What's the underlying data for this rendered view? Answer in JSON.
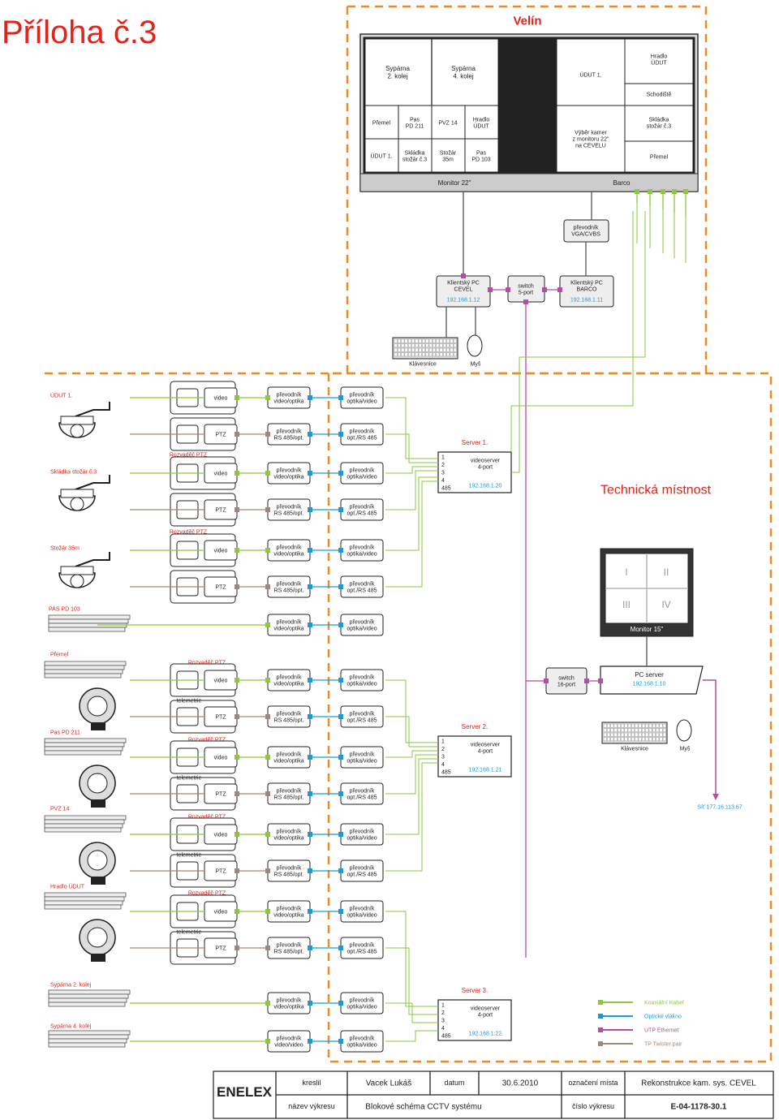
{
  "doc": {
    "title": "Příloha č.3",
    "velin_label": "Velín",
    "technicka_label": "Technická místnost"
  },
  "monitor22": {
    "label": "Monitor 22\"",
    "cells": [
      [
        "Sypárna\n2. kolej",
        "Sypárna\n4. kolej"
      ],
      [
        "Přemel",
        "Pas\nPD 211",
        "PVZ 14",
        "Hradlo\nÚDUT"
      ],
      [
        "ÚDUT 1.",
        "Skládka\nstožár č.3",
        "Stožár\n35m",
        "Pas\nPD 103"
      ]
    ]
  },
  "barco": {
    "label": "Barco",
    "cells": [
      "ÚDUT 1.",
      "Hradlo\nÚDUT",
      "Schodiště",
      "Výběr kamer\nz monitoru 22\"\nna CEVELU",
      "Skládka\nstožár č.3",
      "Přemel"
    ]
  },
  "velin_devices": {
    "vga": "převodník\nVGA/CVBS",
    "pc_cevel": "Klientský PC\nCEVEL",
    "pc_cevel_ip": "192.168.1.12",
    "switch5": "switch\n5-port",
    "pc_barco": "Klientský PC\nBARCO",
    "pc_barco_ip": "192.168.1.11",
    "keyboard": "Klávesnice",
    "mouse": "Myš"
  },
  "camera_groups": [
    "ÚDUT 1.",
    "Skládka stožár č.3",
    "Stožár 35m",
    "PAS PD 103",
    "Přemel",
    "Pas PD 211",
    "PVZ 14",
    "Hradlo ÚDUT",
    "Sypárna 2. kolej",
    "Sypárna 4. kolej"
  ],
  "labels": {
    "video": "video",
    "ptz": "PTZ",
    "rozvadec": "Rozvaděč PTZ",
    "telemetrie": "telemetrie",
    "conv_vo": "převodník\nvideo/optika",
    "conv_ov": "převodník\noptika/video",
    "conv_rs": "převodník\nRS 485/opt.",
    "conv_opt": "převodník\nopt./RS 485",
    "conv_vv": "převodník\nvideo/video"
  },
  "servers": [
    {
      "title": "Server 1.",
      "name": "videoserver\n4-port",
      "ip": "192.168.1.20"
    },
    {
      "title": "Server 2.",
      "name": "videoserver\n4-port",
      "ip": "192.168.1.21"
    },
    {
      "title": "Server 3.",
      "name": "videoserver\n4-port",
      "ip": "192.168.1.22"
    }
  ],
  "server_ports": [
    "1",
    "2",
    "3",
    "4",
    "485"
  ],
  "monitor15": {
    "label": "Monitor 15\"",
    "quadrants": [
      "I",
      "II",
      "III",
      "IV"
    ]
  },
  "pc_server": {
    "label": "PC server",
    "ip": "192.168.1.10",
    "switch16": "switch\n16-port",
    "keyboard": "Klávesnice",
    "mouse": "Myš",
    "net": "Síť 177.16.113.67"
  },
  "legend": [
    {
      "label": "Koaxiální Kabel",
      "color": "#8dc63f"
    },
    {
      "label": "Optické vlákno",
      "color": "#1a9ad6"
    },
    {
      "label": "UTP Ethernet",
      "color": "#b14fa0"
    },
    {
      "label": "TP Twister pair",
      "color": "#a08878"
    }
  ],
  "colors": {
    "accent": "#e2231a",
    "dashed": "#f08a24",
    "coax": "#8dc63f",
    "fiber": "#1a9ad6",
    "utp": "#b14fa0",
    "tp": "#a08878",
    "blue_text": "#1a9ad6"
  },
  "titleblock": {
    "logo": "ENELEX",
    "kreslil_label": "kreslil",
    "kreslil": "Vacek Lukáš",
    "datum_label": "datum",
    "datum": "30.6.2010",
    "oznaceni_label": "označení místa",
    "oznaceni": "Rekonstrukce kam. sys. CEVEL",
    "nazev_label": "název výkresu",
    "nazev": "Blokové schéma CCTV systému",
    "cislo_label": "číslo výkresu",
    "cislo": "E-04-1178-30.1"
  }
}
